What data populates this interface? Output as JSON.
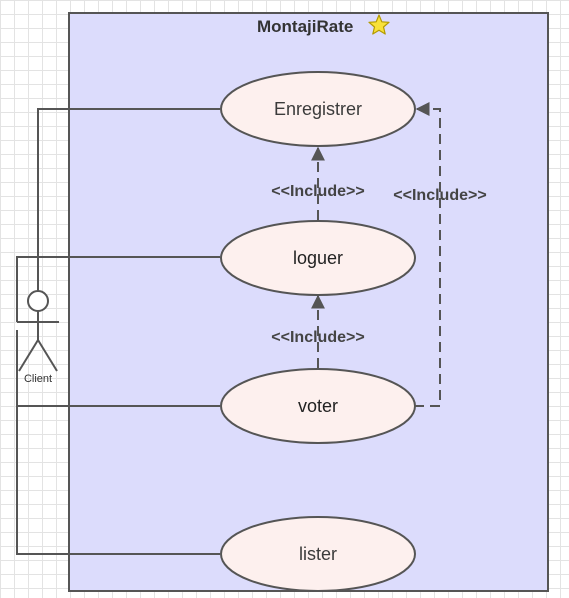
{
  "system": {
    "title": "MontajiRate",
    "title_icon": "star-icon"
  },
  "actor": {
    "label": "Client"
  },
  "use_cases": {
    "enregistrer": "Enregistrer",
    "loguer": "loguer",
    "voter": "voter",
    "lister": "lister"
  },
  "relations": {
    "include_label": "<<Include>>"
  },
  "colors": {
    "system_fill": "#dcdcfc",
    "use_case_fill": "#fdf0ee",
    "stroke": "#555555",
    "star": "#f8e13a"
  }
}
